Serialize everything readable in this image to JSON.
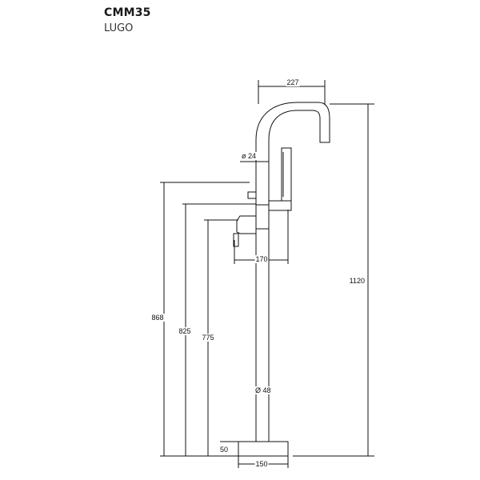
{
  "header": {
    "model": "CMM35",
    "range": "LUGO"
  },
  "dimensions": {
    "spout_reach": "227",
    "handshower_diameter": "ø 24",
    "lever_reach": "170",
    "total_height": "1120",
    "height_a": "868",
    "height_b": "825",
    "height_c": "775",
    "column_diameter": "Ø 48",
    "base_height": "50",
    "base_width": "150"
  }
}
